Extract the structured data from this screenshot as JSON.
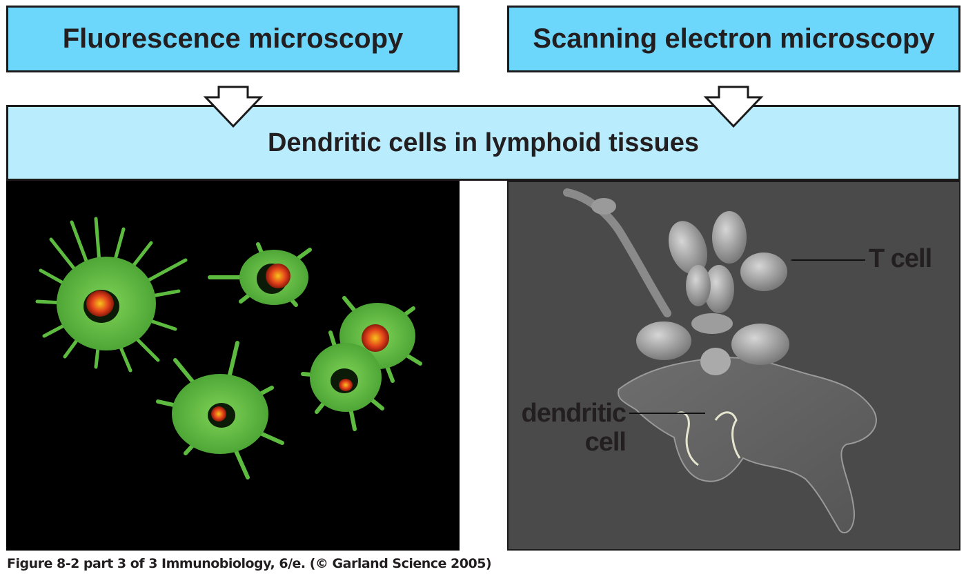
{
  "headers": {
    "left": "Fluorescence microscopy",
    "right": "Scanning electron microscopy"
  },
  "banner": "Dendritic cells in lymphoid tissues",
  "sem_labels": {
    "t_cell": "T cell",
    "dendritic_cell_line1": "dendritic",
    "dendritic_cell_line2": "cell"
  },
  "caption": "Figure 8-2 part 3 of 3  Immunobiology, 6/e. (© Garland Science 2005)",
  "colors": {
    "header_fill": "#6dd7fb",
    "banner_fill": "#b9ecfd",
    "fluor_bg": "#000000",
    "fluor_cell": "#5dbb3f",
    "fluor_nucleus": "#e2421b",
    "sem_bg": "#4a4a4a"
  }
}
